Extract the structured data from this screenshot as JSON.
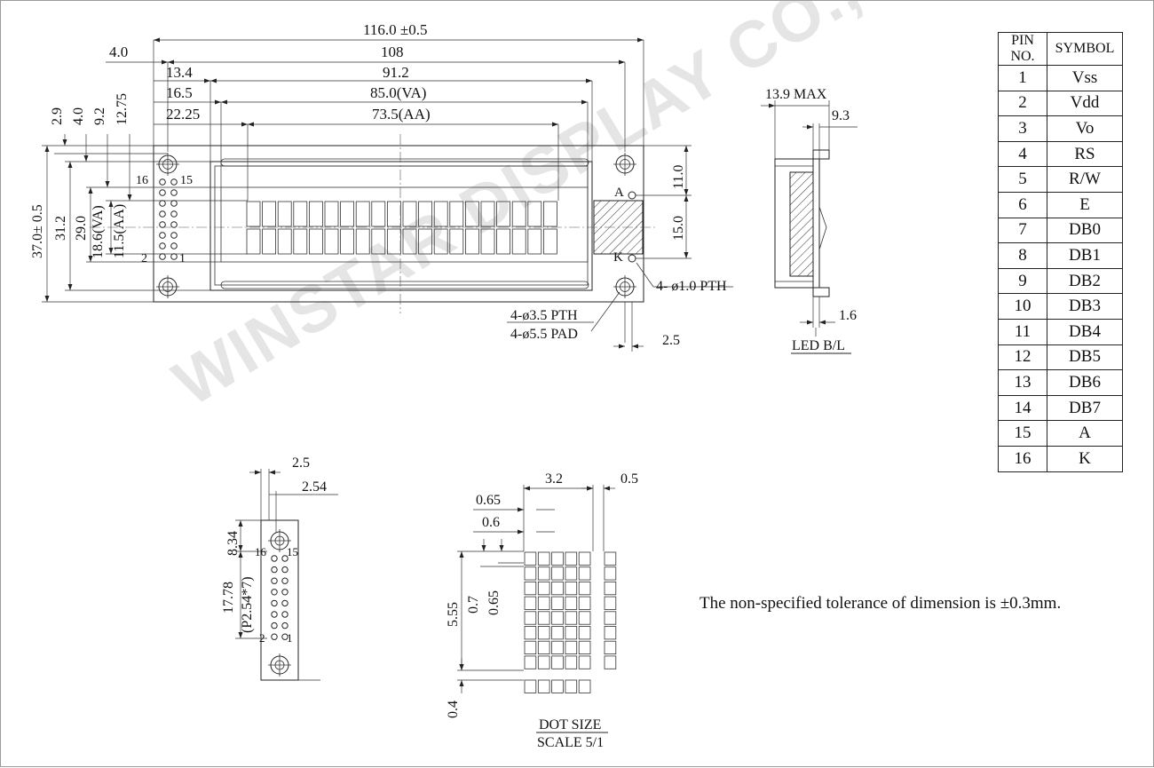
{
  "pin_table": {
    "headers": [
      "PIN NO.",
      "SYMBOL"
    ],
    "rows": [
      [
        "1",
        "Vss"
      ],
      [
        "2",
        "Vdd"
      ],
      [
        "3",
        "Vo"
      ],
      [
        "4",
        "RS"
      ],
      [
        "5",
        "R/W"
      ],
      [
        "6",
        "E"
      ],
      [
        "7",
        "DB0"
      ],
      [
        "8",
        "DB1"
      ],
      [
        "9",
        "DB2"
      ],
      [
        "10",
        "DB3"
      ],
      [
        "11",
        "DB4"
      ],
      [
        "12",
        "DB5"
      ],
      [
        "13",
        "DB6"
      ],
      [
        "14",
        "DB7"
      ],
      [
        "15",
        "A"
      ],
      [
        "16",
        "K"
      ]
    ]
  },
  "front_view": {
    "dims_horizontal": [
      "116.0 ±0.5",
      "4.0",
      "108",
      "13.4",
      "91.2",
      "16.5",
      "85.0(VA)",
      "22.25",
      "73.5(AA)"
    ],
    "dims_vertical": [
      "2.9",
      "4.0",
      "9.2",
      "12.75",
      "37.0± 0.5",
      "31.2",
      "29.0",
      "18.6(VA)",
      "11.5(AA)",
      "11.0",
      "15.0"
    ],
    "pin_labels": [
      "16",
      "15",
      "2",
      "1"
    ],
    "led_labels": [
      "A",
      "K"
    ],
    "notes": [
      "4- ø1.0 PTH",
      "4-ø3.5 PTH",
      "4-ø5.5 PAD",
      "2.5"
    ]
  },
  "side_view": {
    "labels": [
      "13.9 MAX",
      "9.3",
      "1.6",
      "LED B/L"
    ]
  },
  "pin_detail": {
    "labels": [
      "2.5",
      "2.54",
      "8.34",
      "17.78",
      "(P2.54*7)",
      "16",
      "15",
      "2",
      "1"
    ]
  },
  "dot_detail": {
    "labels": [
      "3.2",
      "0.5",
      "0.65",
      "0.6",
      "5.55",
      "0.7",
      "0.65",
      "0.4"
    ],
    "caption_line1": "DOT SIZE",
    "caption_line2": "SCALE 5/1"
  },
  "tolerance_note": "The non-specified tolerance of dimension is  ±0.3mm.",
  "watermark": "WINSTAR DISPLAY CO., LTD."
}
